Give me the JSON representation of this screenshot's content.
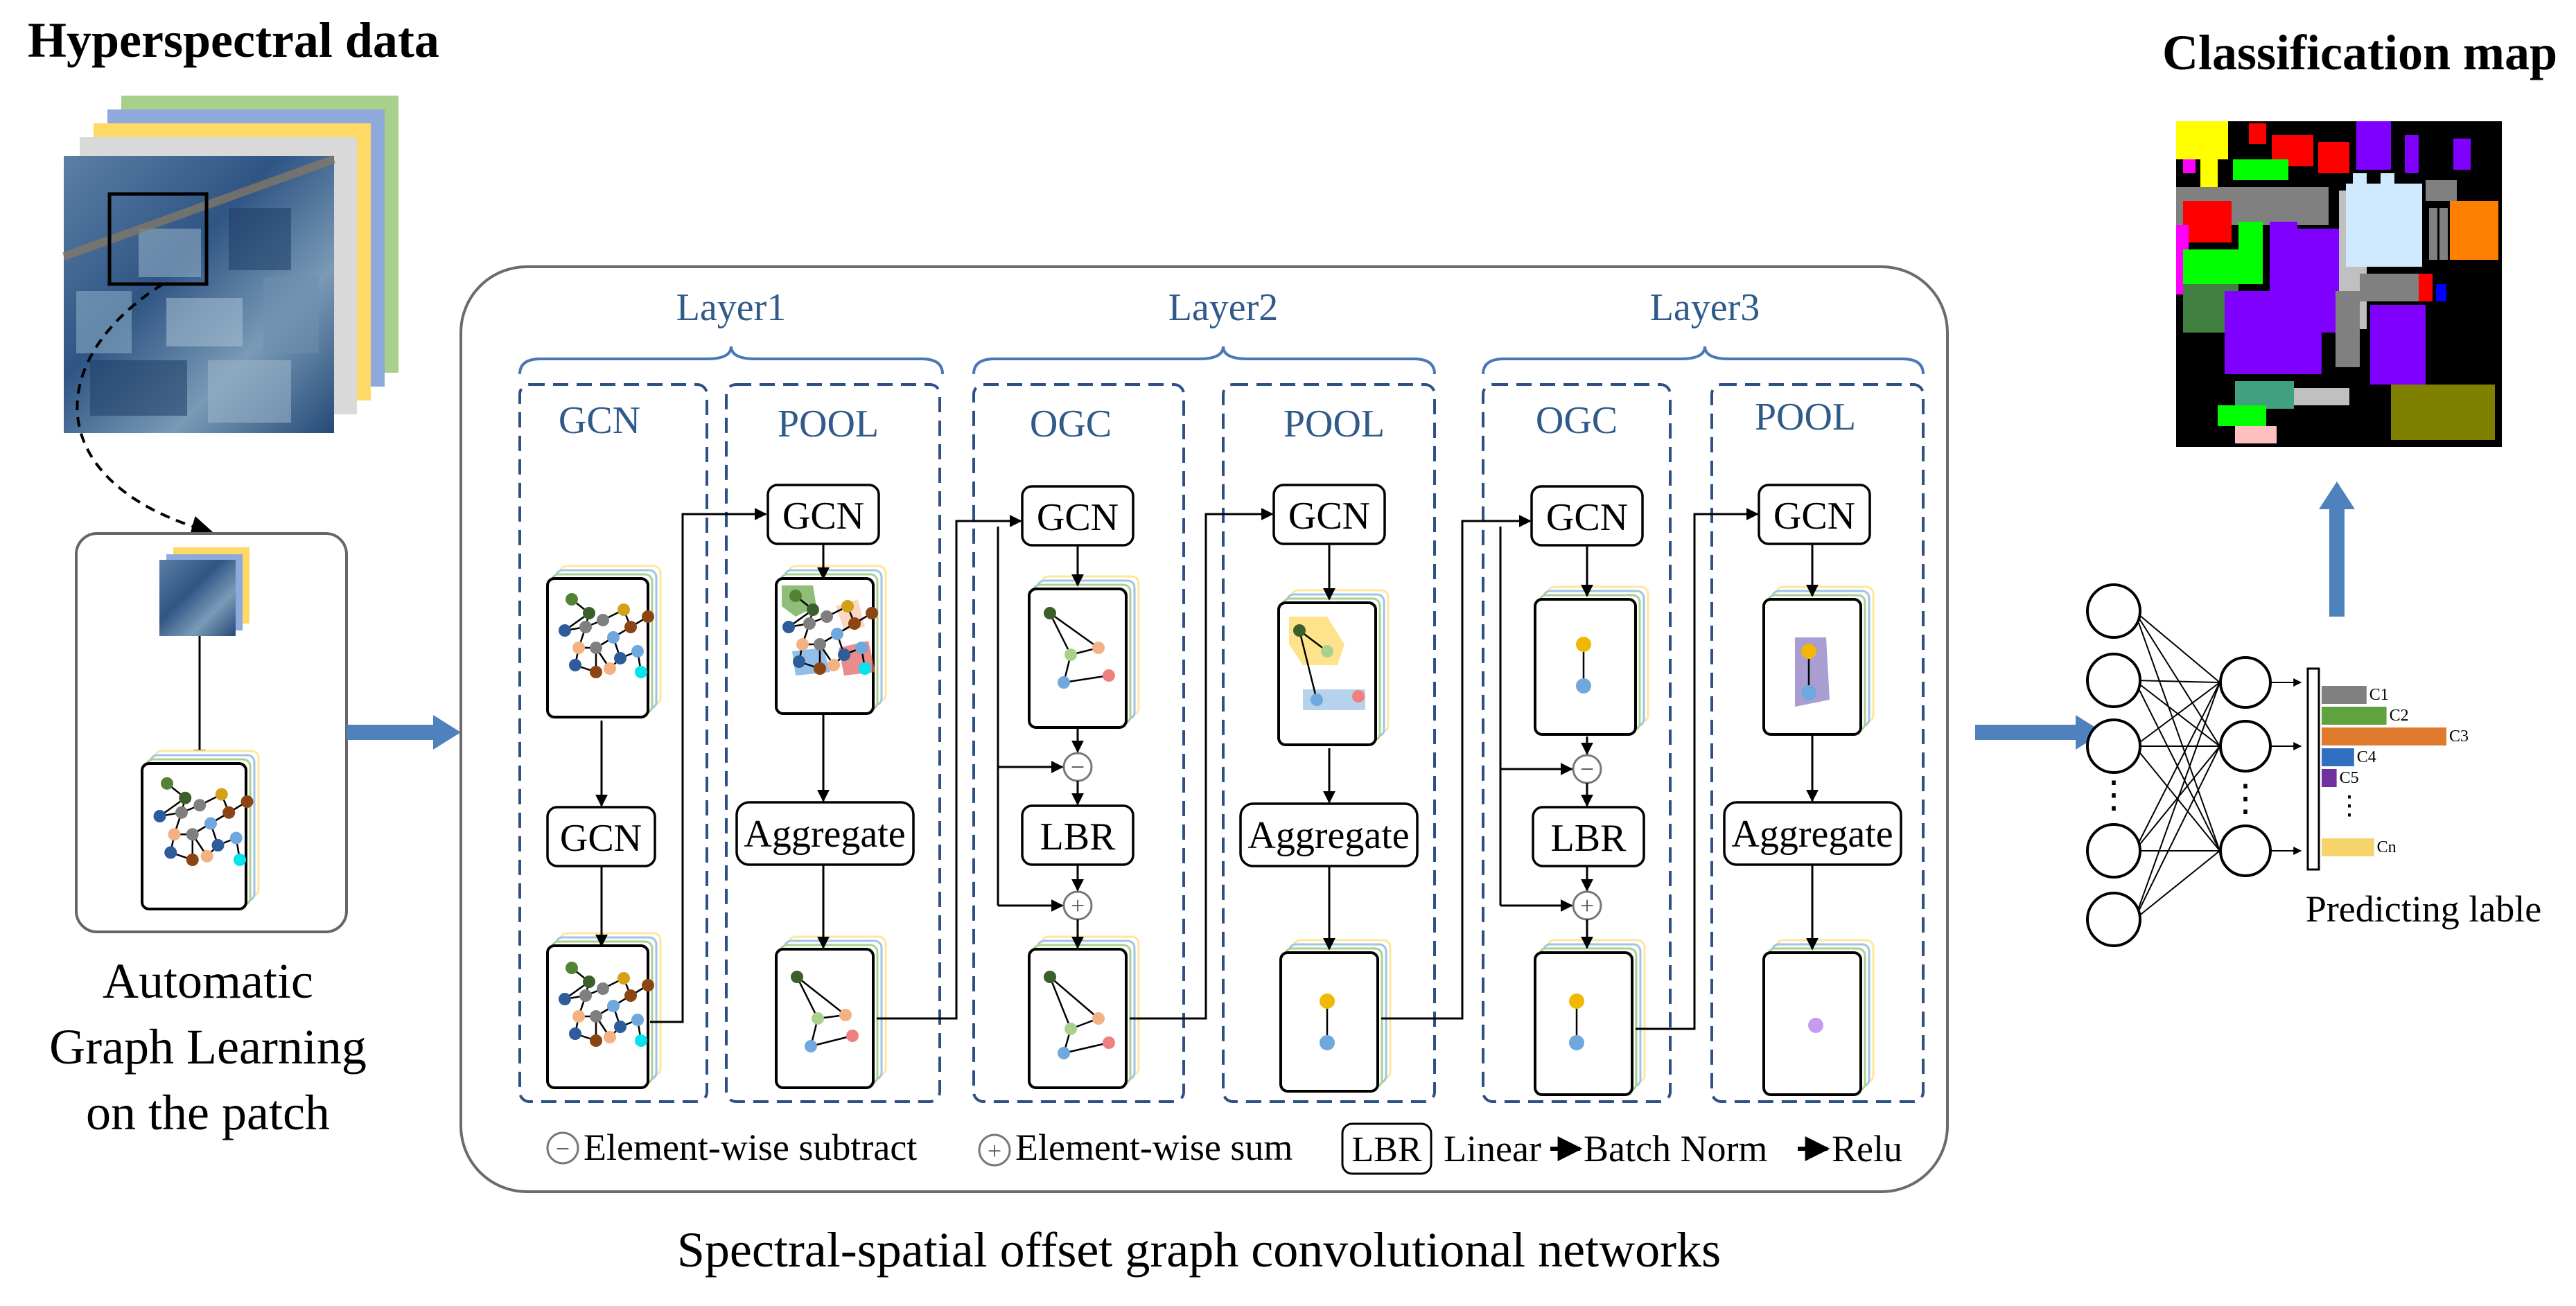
{
  "titles": {
    "hyperspectral": "Hyperspectral data",
    "classification": "Classification map",
    "auto_graph": [
      "Automatic",
      "Graph Learning",
      "on the patch"
    ],
    "main": "Spectral-spatial offset graph convolutional networks"
  },
  "layers": [
    "Layer1",
    "Layer2",
    "Layer3"
  ],
  "blocks": {
    "gcn": "GCN",
    "pool": "POOL",
    "ogc": "OGC",
    "aggregate": "Aggregate",
    "lbr": "LBR"
  },
  "legend": {
    "subtract": "Element-wise subtract",
    "sum": "Element-wise sum",
    "lbr_box": "LBR",
    "linear": "Linear",
    "batch": "Batch Norm",
    "relu": "Relu"
  },
  "symbols": {
    "minus": "−",
    "plus": "+",
    "dots": "⋮"
  },
  "predict": {
    "label": "Predicting lable",
    "classes": [
      {
        "name": "C1",
        "score": 0.36,
        "color": "#808080"
      },
      {
        "name": "C2",
        "score": 0.52,
        "color": "#5ea33e"
      },
      {
        "name": "C3",
        "score": 1.0,
        "color": "#e07a2f"
      },
      {
        "name": "C4",
        "score": 0.26,
        "color": "#2f6fc0"
      },
      {
        "name": "C5",
        "score": 0.12,
        "color": "#7030a0"
      },
      {
        "name": "Cn",
        "score": 0.42,
        "color": "#f7d36b"
      }
    ]
  },
  "colors": {
    "dash": "#2f4f87",
    "layer_text": "#2f5a8a",
    "flow_arrow": "#4f81bd",
    "layer_brace": "#4a78b5"
  }
}
